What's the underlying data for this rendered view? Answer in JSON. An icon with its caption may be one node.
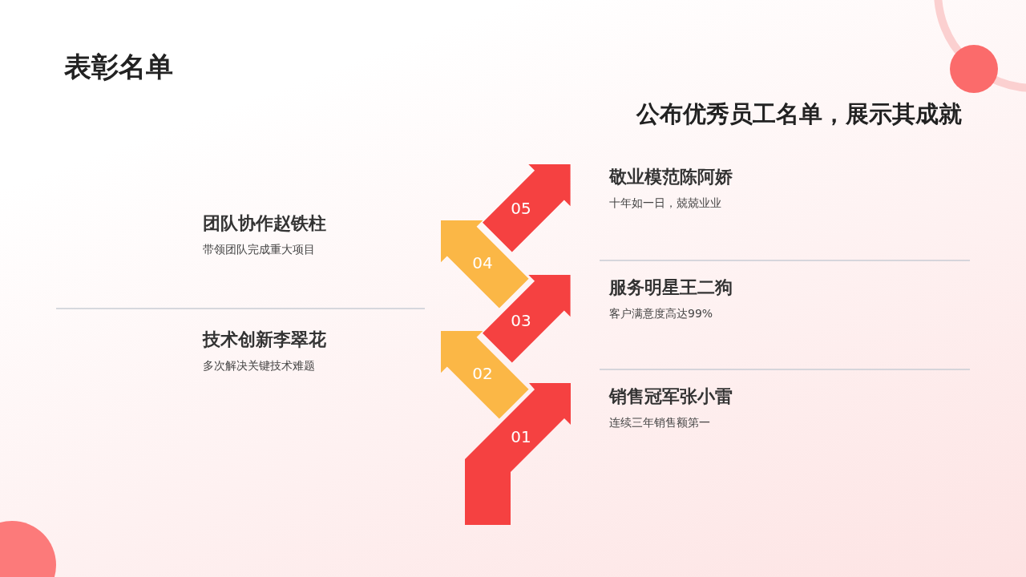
{
  "diagram": {
    "title": "表彰名单",
    "nodes": [
      {
        "text": [
          "05"
        ],
        "beside": [
          "敬业模范陈阿娇",
          "十年如一日，兢兢业业"
        ]
      },
      {
        "text": [
          "04"
        ],
        "beside": [
          "团队协作赵铁柱",
          "带领团队完成重大项目"
        ]
      },
      {
        "text": [
          "03"
        ],
        "beside": [
          "服务明星王二狗",
          "客户满意度高达99%"
        ]
      },
      {
        "text": [
          "02"
        ],
        "beside": [
          "技术创新李翠花",
          "多次解决关键技术难题"
        ]
      },
      {
        "text": [
          "01"
        ],
        "beside": [
          "销售冠军张小雷",
          "连续三年销售额第一"
        ]
      }
    ],
    "labels": [
      "公布优秀员工名单，展示其成就"
    ]
  }
}
